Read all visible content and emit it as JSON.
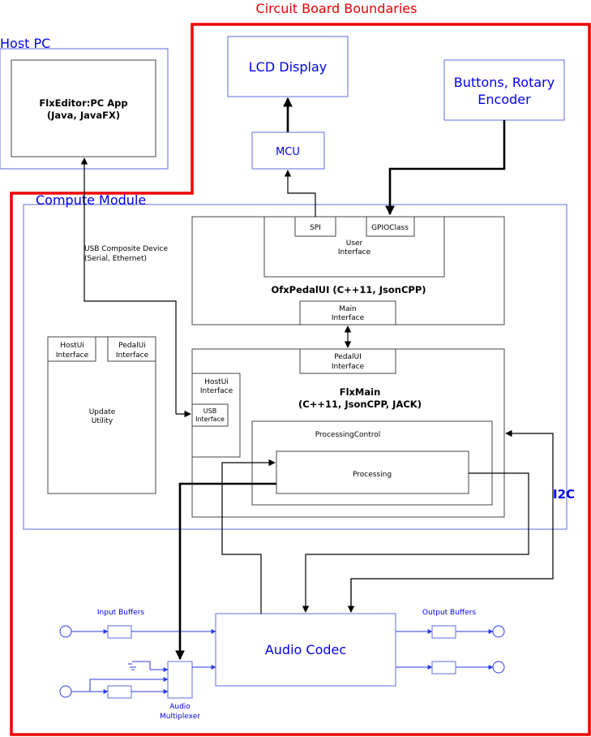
{
  "diagram": {
    "board_title": "Circuit Board Boundaries",
    "host_pc": {
      "title": "Host PC",
      "app_line1": "FlxEditor:PC App",
      "app_line2": "(Java, JavaFX)"
    },
    "lcd": "LCD Display",
    "buttons": {
      "line1": "Buttons, Rotary",
      "line2": "Encoder"
    },
    "mcu": "MCU",
    "compute_module": "Compute Module",
    "usb_composite": {
      "line1": "USB Composite Device",
      "line2": "(Serial, Ethernet)"
    },
    "spi": "SPI",
    "gpio": "GPIOClass",
    "user_interface": {
      "line1": "User",
      "line2": "Interface"
    },
    "pedal_ui": "OfxPedalUI (C++11, JsonCPP)",
    "main_interface": {
      "line1": "Main",
      "line2": "Interface"
    },
    "pedalui_interface": {
      "line1": "PedalUI",
      "line2": "Interface"
    },
    "hostui_interface": {
      "line1": "HostUi",
      "line2": "Interface"
    },
    "usb_interface": {
      "line1": "USB",
      "line2": "Interface"
    },
    "flxmain": {
      "line1": "FlxMain",
      "line2": "(C++11, JsonCPP, JACK)"
    },
    "update_utility": {
      "line1": "Update",
      "line2": "Utility",
      "hostui_line1": "HostUi",
      "hostui_line2": "Interface",
      "pedalui_line1": "PedalUi",
      "pedalui_line2": "Interface"
    },
    "processing_control": "ProcessingControl",
    "processing": "Processing",
    "i2c": "I2C",
    "input_buffers": "Input Buffers",
    "output_buffers": "Output Buffers",
    "audio_codec": "Audio Codec",
    "audio_mux": {
      "line1": "Audio",
      "line2": "Multiplexer"
    },
    "colors": {
      "red": "#ee0000",
      "blue": "#0000ee",
      "box_blue": "#5c6ce0"
    }
  }
}
